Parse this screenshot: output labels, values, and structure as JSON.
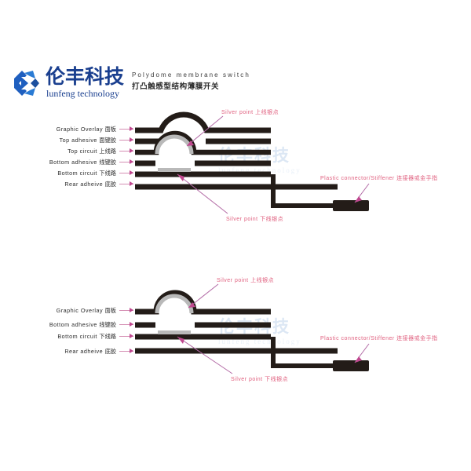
{
  "brand": {
    "logo_cn": "伦丰科技",
    "logo_en": "lunfeng technology",
    "mark_color": "#1f5fbf",
    "text_color": "#1a3f8f"
  },
  "header": {
    "title_en": "Polydome membrane switch",
    "title_cn": "打凸触感型结构薄膜开关"
  },
  "watermark": {
    "cn": "伦丰科技",
    "en": "lunfeng technology"
  },
  "colors": {
    "layer": "#231c18",
    "silver": "#b9b9b9",
    "leader": "#d58fb4",
    "arrow": "#c0488f",
    "note": "#e0607f"
  },
  "diagram1": {
    "name": "polydome-switch-6-layer",
    "layers": [
      {
        "en": "Graphic Overlay",
        "cn": "面板"
      },
      {
        "en": "Top adhesive",
        "cn": "面键胶"
      },
      {
        "en": "Top circuit",
        "cn": "上线路"
      },
      {
        "en": "Bottom adhesive",
        "cn": "线键胶"
      },
      {
        "en": "Bottom circuit",
        "cn": "下线路"
      },
      {
        "en": "Rear adheive",
        "cn": "底胶"
      }
    ],
    "notes": {
      "silver_top": "Silver point 上线银点",
      "silver_bottom": "Silver point 下线银点",
      "connector": "Plastic connector/Stiffener 连接器或金手指"
    }
  },
  "diagram2": {
    "name": "polydome-switch-4-layer",
    "layers": [
      {
        "en": "Graphic Overlay",
        "cn": "面板"
      },
      {
        "en": "Bottom adhesive",
        "cn": "线键胶"
      },
      {
        "en": "Bottom circuit",
        "cn": "下线路"
      },
      {
        "en": "Rear adheive",
        "cn": "底胶"
      }
    ],
    "notes": {
      "silver_top": "Silver point 上线银点",
      "silver_bottom": "Silver point 下线银点",
      "connector": "Plastic connector/Stiffener 连接器或金手指"
    }
  }
}
